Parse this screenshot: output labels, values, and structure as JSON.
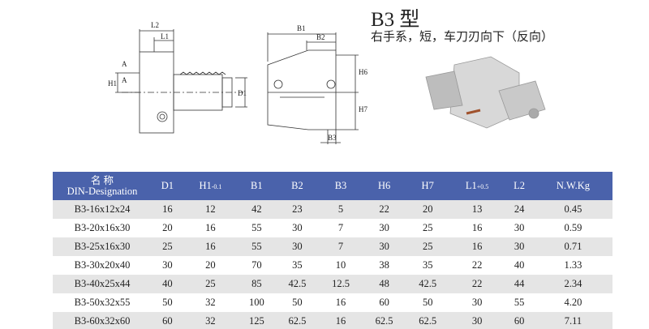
{
  "title": "B3 型",
  "subtitle": "右手系，短，车刀刃向下（反向）",
  "drawing_labels": {
    "L2": "L2",
    "L1": "L1",
    "A1": "A",
    "A2": "A",
    "H1": "H1",
    "D1": "D1",
    "B1": "B1",
    "B2": "B2",
    "H6": "H6",
    "H7": "H7",
    "B3": "B3"
  },
  "table": {
    "header": {
      "name_cn": "名 称",
      "name_en": "DIN-Designation",
      "cols": [
        {
          "main": "D1",
          "sub": ""
        },
        {
          "main": "H1",
          "sub": "-0.1"
        },
        {
          "main": "B1",
          "sub": ""
        },
        {
          "main": "B2",
          "sub": ""
        },
        {
          "main": "B3",
          "sub": ""
        },
        {
          "main": "H6",
          "sub": ""
        },
        {
          "main": "H7",
          "sub": ""
        },
        {
          "main": "L1",
          "sub": "+0.5"
        },
        {
          "main": "L2",
          "sub": ""
        },
        {
          "main": "N.W.Kg",
          "sub": ""
        }
      ]
    },
    "rows": [
      [
        "B3-16x12x24",
        "16",
        "12",
        "42",
        "23",
        "5",
        "22",
        "20",
        "13",
        "24",
        "0.45"
      ],
      [
        "B3-20x16x30",
        "20",
        "16",
        "55",
        "30",
        "7",
        "30",
        "25",
        "16",
        "30",
        "0.59"
      ],
      [
        "B3-25x16x30",
        "25",
        "16",
        "55",
        "30",
        "7",
        "30",
        "25",
        "16",
        "30",
        "0.71"
      ],
      [
        "B3-30x20x40",
        "30",
        "20",
        "70",
        "35",
        "10",
        "38",
        "35",
        "22",
        "40",
        "1.33"
      ],
      [
        "B3-40x25x44",
        "40",
        "25",
        "85",
        "42.5",
        "12.5",
        "48",
        "42.5",
        "22",
        "44",
        "2.34"
      ],
      [
        "B3-50x32x55",
        "50",
        "32",
        "100",
        "50",
        "16",
        "60",
        "50",
        "30",
        "55",
        "4.20"
      ],
      [
        "B3-60x32x60",
        "60",
        "32",
        "125",
        "62.5",
        "16",
        "62.5",
        "62.5",
        "30",
        "60",
        "7.11"
      ]
    ]
  }
}
